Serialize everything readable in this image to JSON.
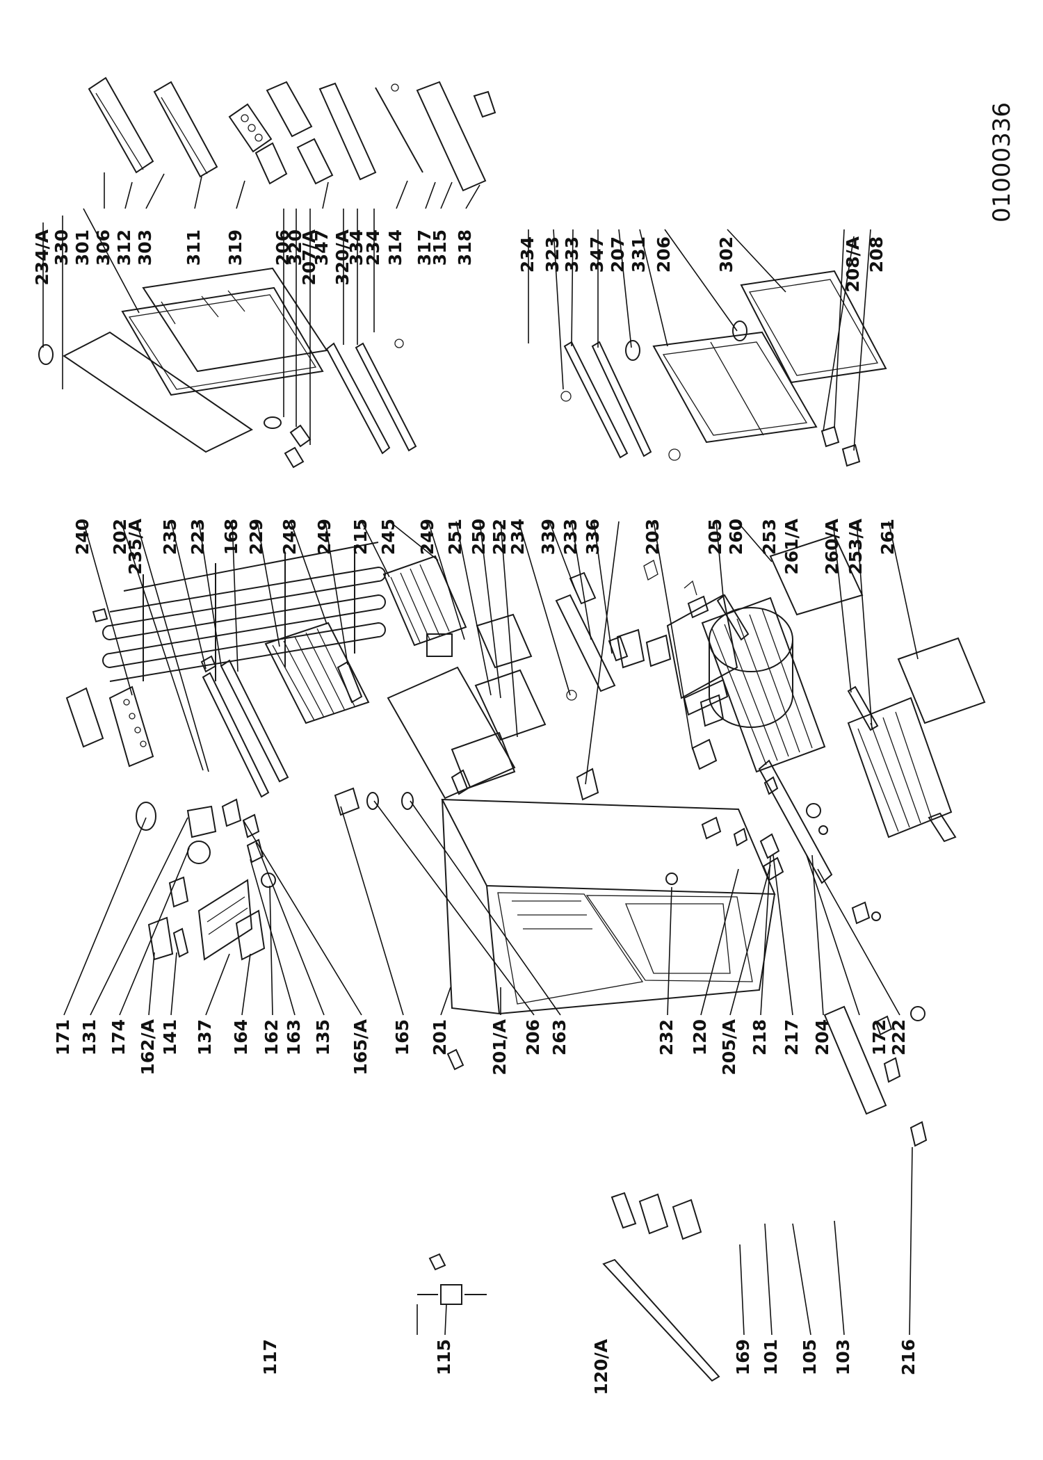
{
  "document_number": "01000336",
  "part_labels": [
    {
      "id": "p234A",
      "text": "234/A"
    },
    {
      "id": "p330",
      "text": "330"
    },
    {
      "id": "p301",
      "text": "301"
    },
    {
      "id": "p306",
      "text": "306"
    },
    {
      "id": "p312",
      "text": "312"
    },
    {
      "id": "p303",
      "text": "303"
    },
    {
      "id": "p311",
      "text": "311"
    },
    {
      "id": "p319",
      "text": "319"
    },
    {
      "id": "p206a",
      "text": "206"
    },
    {
      "id": "p320",
      "text": "320"
    },
    {
      "id": "p207A",
      "text": "207/A"
    },
    {
      "id": "p347a",
      "text": "347"
    },
    {
      "id": "p320A",
      "text": "320/A"
    },
    {
      "id": "p334",
      "text": "334"
    },
    {
      "id": "p234a",
      "text": "234"
    },
    {
      "id": "p314",
      "text": "314"
    },
    {
      "id": "p317",
      "text": "317"
    },
    {
      "id": "p315",
      "text": "315"
    },
    {
      "id": "p318",
      "text": "318"
    },
    {
      "id": "p234b",
      "text": "234"
    },
    {
      "id": "p323",
      "text": "323"
    },
    {
      "id": "p333",
      "text": "333"
    },
    {
      "id": "p347b",
      "text": "347"
    },
    {
      "id": "p207",
      "text": "207"
    },
    {
      "id": "p331",
      "text": "331"
    },
    {
      "id": "p206b",
      "text": "206"
    },
    {
      "id": "p302",
      "text": "302"
    },
    {
      "id": "p208A",
      "text": "208/A"
    },
    {
      "id": "p208",
      "text": "208"
    },
    {
      "id": "p240",
      "text": "240"
    },
    {
      "id": "p202",
      "text": "202"
    },
    {
      "id": "p235A",
      "text": "235/A"
    },
    {
      "id": "p235",
      "text": "235"
    },
    {
      "id": "p223",
      "text": "223"
    },
    {
      "id": "p168",
      "text": "168"
    },
    {
      "id": "p229",
      "text": "229"
    },
    {
      "id": "p248",
      "text": "248"
    },
    {
      "id": "p249a",
      "text": "249"
    },
    {
      "id": "p215",
      "text": "215"
    },
    {
      "id": "p245",
      "text": "245"
    },
    {
      "id": "p249b",
      "text": "249"
    },
    {
      "id": "p251",
      "text": "251"
    },
    {
      "id": "p250",
      "text": "250"
    },
    {
      "id": "p252",
      "text": "252"
    },
    {
      "id": "p234c",
      "text": "234"
    },
    {
      "id": "p339",
      "text": "339"
    },
    {
      "id": "p233",
      "text": "233"
    },
    {
      "id": "p336",
      "text": "336"
    },
    {
      "id": "p203",
      "text": "203"
    },
    {
      "id": "p205",
      "text": "205"
    },
    {
      "id": "p260",
      "text": "260"
    },
    {
      "id": "p253",
      "text": "253"
    },
    {
      "id": "p261A",
      "text": "261/A"
    },
    {
      "id": "p260A",
      "text": "260/A"
    },
    {
      "id": "p253A",
      "text": "253/A"
    },
    {
      "id": "p261",
      "text": "261"
    },
    {
      "id": "p171",
      "text": "171"
    },
    {
      "id": "p131",
      "text": "131"
    },
    {
      "id": "p174",
      "text": "174"
    },
    {
      "id": "p162A",
      "text": "162/A"
    },
    {
      "id": "p141",
      "text": "141"
    },
    {
      "id": "p137",
      "text": "137"
    },
    {
      "id": "p164",
      "text": "164"
    },
    {
      "id": "p162",
      "text": "162"
    },
    {
      "id": "p163",
      "text": "163"
    },
    {
      "id": "p135",
      "text": "135"
    },
    {
      "id": "p165A",
      "text": "165/A"
    },
    {
      "id": "p165",
      "text": "165"
    },
    {
      "id": "p201",
      "text": "201"
    },
    {
      "id": "p201A",
      "text": "201/A"
    },
    {
      "id": "p206c",
      "text": "206"
    },
    {
      "id": "p263",
      "text": "263"
    },
    {
      "id": "p232",
      "text": "232"
    },
    {
      "id": "p120",
      "text": "120"
    },
    {
      "id": "p205A",
      "text": "205/A"
    },
    {
      "id": "p218",
      "text": "218"
    },
    {
      "id": "p217",
      "text": "217"
    },
    {
      "id": "p204",
      "text": "204"
    },
    {
      "id": "p172",
      "text": "172"
    },
    {
      "id": "p222",
      "text": "222"
    },
    {
      "id": "p117",
      "text": "117"
    },
    {
      "id": "p115",
      "text": "115"
    },
    {
      "id": "p120A",
      "text": "120/A"
    },
    {
      "id": "p169",
      "text": "169"
    },
    {
      "id": "p101",
      "text": "101"
    },
    {
      "id": "p105",
      "text": "105"
    },
    {
      "id": "p103",
      "text": "103"
    },
    {
      "id": "p216",
      "text": "216"
    }
  ]
}
